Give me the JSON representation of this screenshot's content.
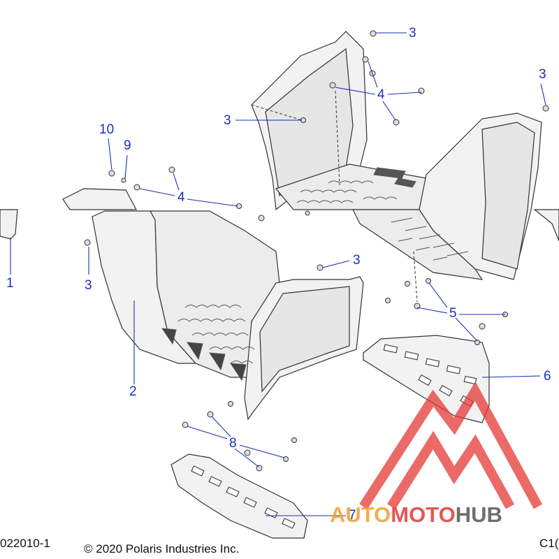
{
  "callouts": {
    "c1": "1",
    "c2": "2",
    "c3a": "3",
    "c3b": "3",
    "c3c": "3",
    "c3d": "3",
    "c3e": "3",
    "c4a": "4",
    "c4b": "4",
    "c5": "5",
    "c6": "6",
    "c7": "7",
    "c8": "8",
    "c9": "9",
    "c10": "10"
  },
  "footer": {
    "diagram_id": "022010-1",
    "copyright": "© 2020 Polaris Industries Inc.",
    "code": "C1("
  },
  "watermark": {
    "part1": "AUTO",
    "part2": "MOTO",
    "part3": "HUB",
    "colors": {
      "mark": "#e53935",
      "auto": "#f0a030",
      "moto": "#e53935",
      "hub": "#555555"
    }
  },
  "colors": {
    "callout": "#1a2fb8",
    "leader": "#1a2fb8",
    "outline": "#333333",
    "part_fill": "#f2f2f2"
  }
}
